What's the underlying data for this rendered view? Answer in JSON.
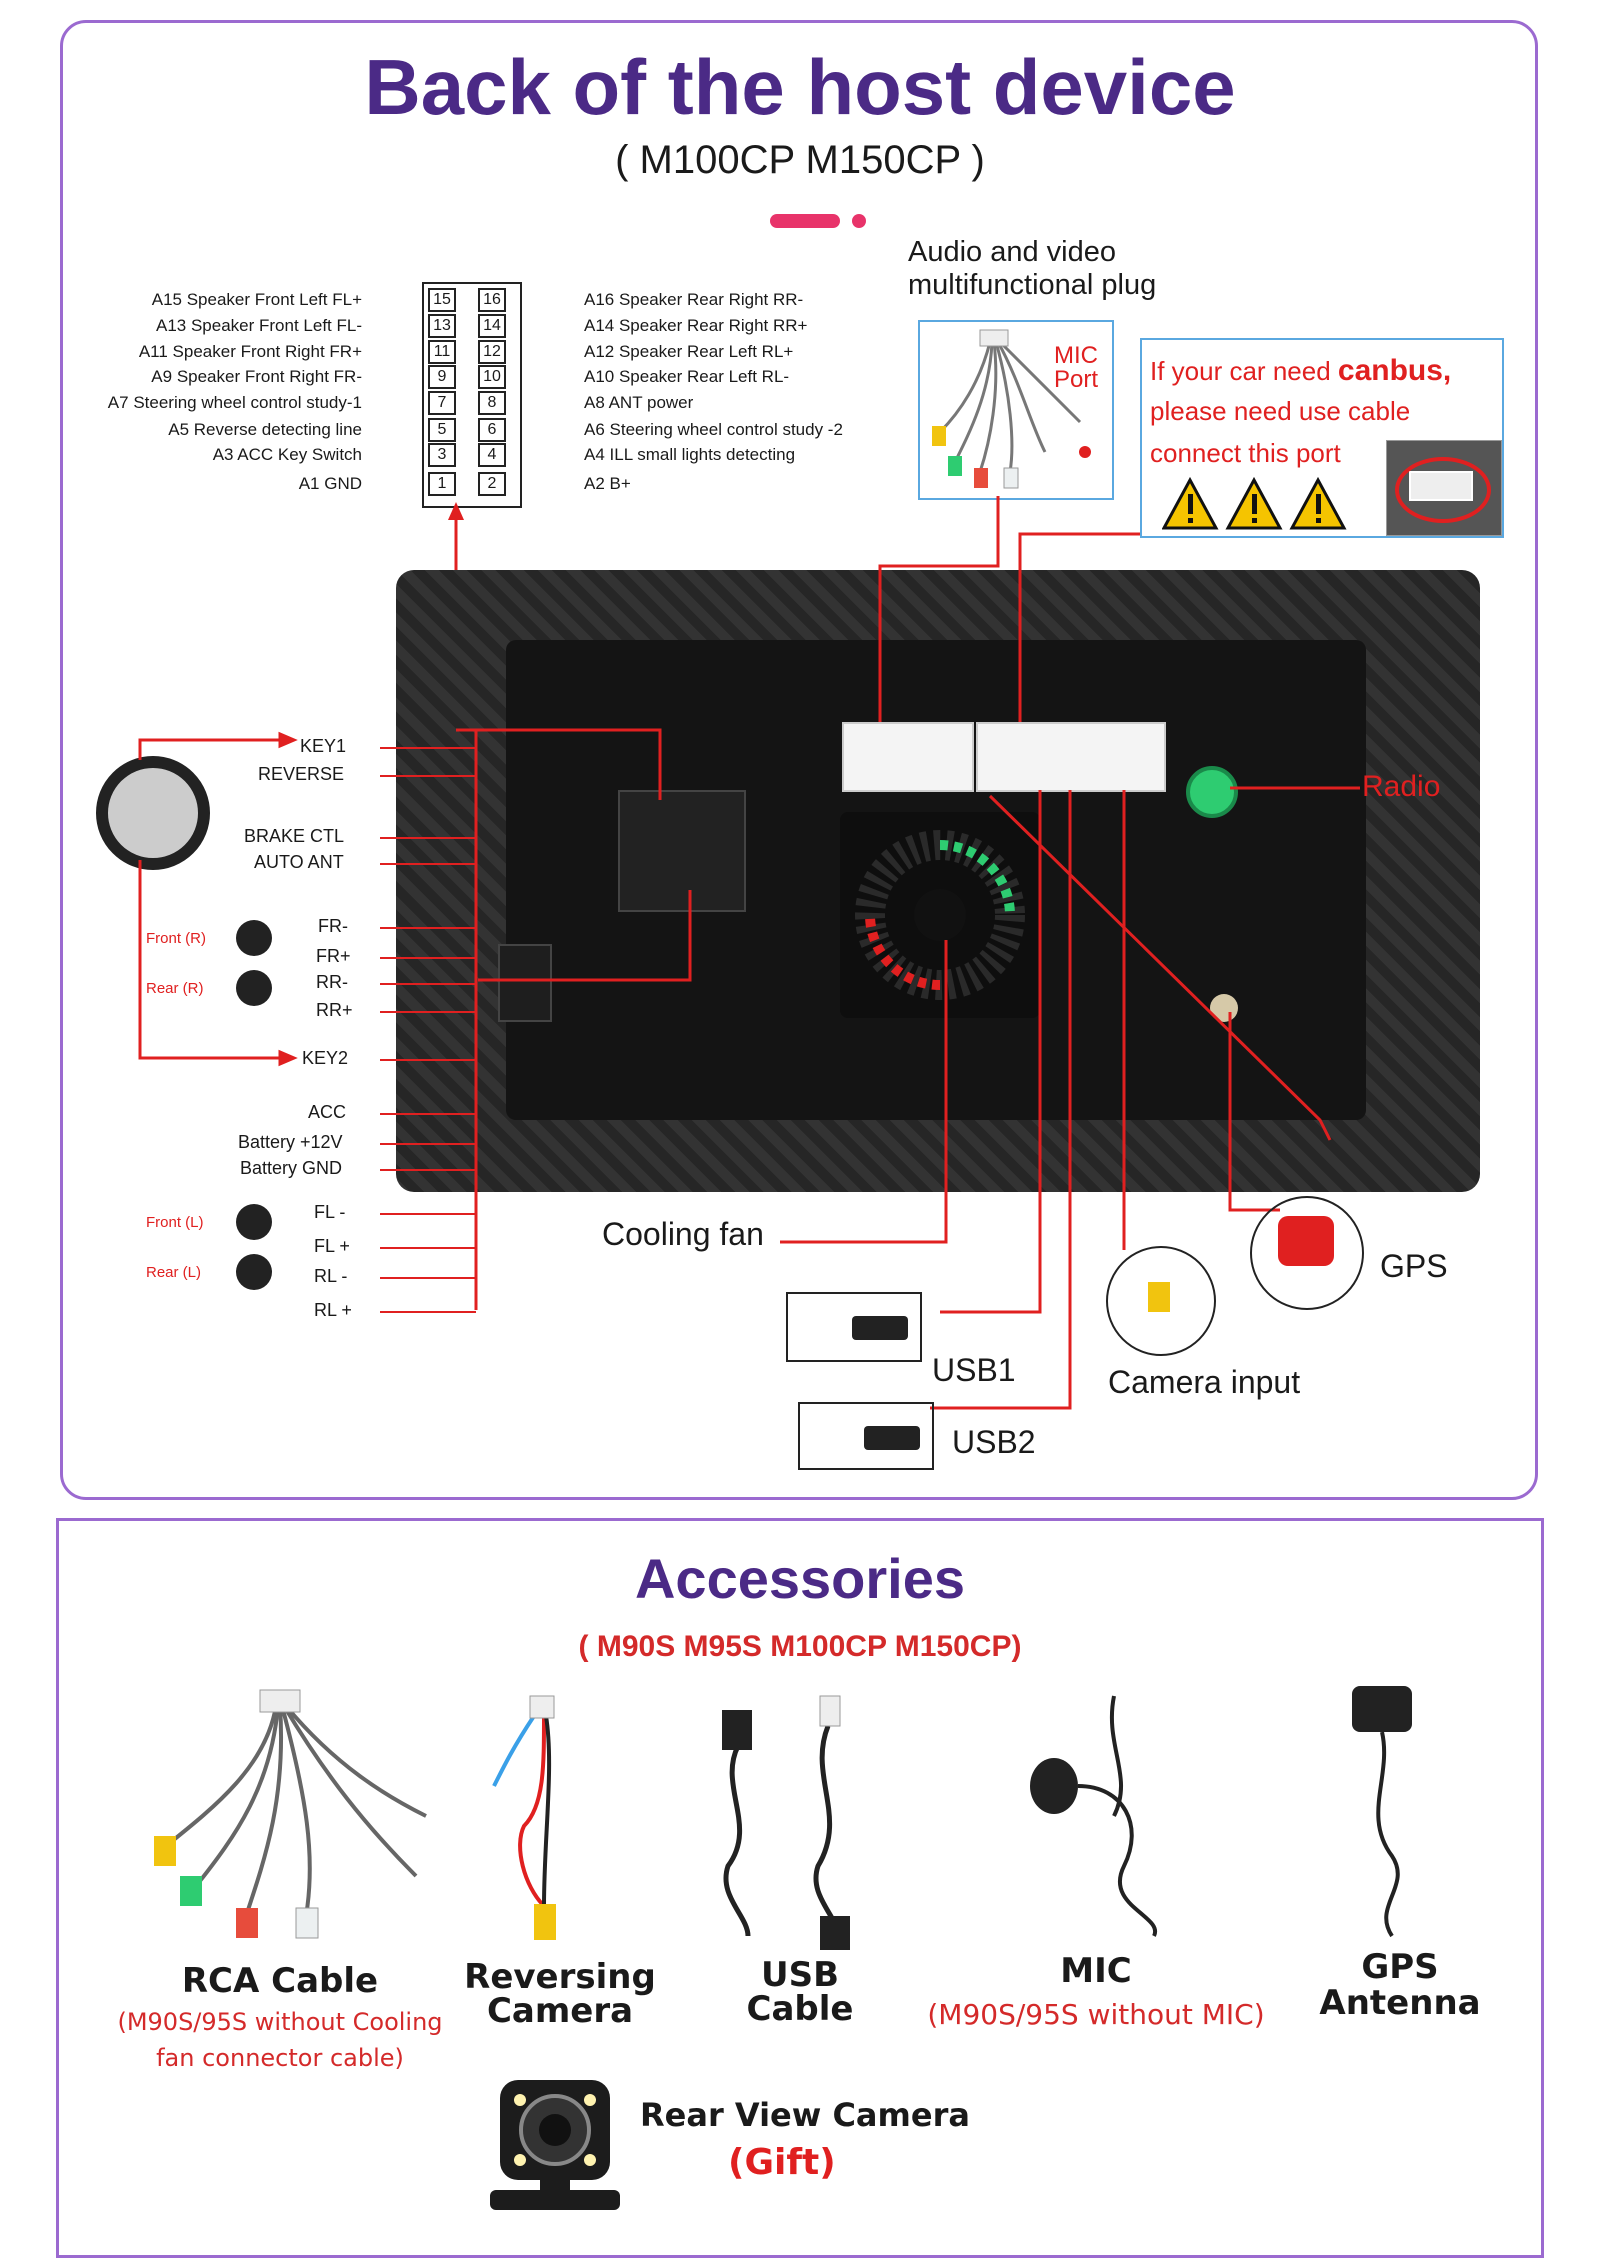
{
  "header": {
    "title": "Back of the host device",
    "subtitle": "( M100CP  M150CP )"
  },
  "harness": {
    "left_pins": [
      "A15  Speaker Front Left FL+",
      "A13  Speaker Front Left FL-",
      "A11  Speaker Front Right FR+",
      "A9   Speaker Front Right FR-",
      "A7   Steering wheel control study-1",
      "A5   Reverse detecting line",
      "A3 ACC Key Switch",
      "A1 GND"
    ],
    "right_pins": [
      "A16 Speaker Rear Right RR-",
      "A14 Speaker Rear Right RR+",
      "A12 Speaker Rear Left RL+",
      "A10 Speaker Rear Left RL-",
      "A8  ANT power",
      "A6  Steering wheel control study -2",
      "A4  ILL small lights detecting",
      "A2  B+"
    ],
    "left_numbers": [
      "15",
      "13",
      "11",
      "9",
      "7",
      "5",
      "3",
      "1"
    ],
    "right_numbers": [
      "16",
      "14",
      "12",
      "10",
      "8",
      "6",
      "4",
      "2"
    ]
  },
  "audio_plug": {
    "title_line1": "Audio and video",
    "title_line2": "multifunctional plug",
    "mic_port_line1": "MIC",
    "mic_port_line2": "Port"
  },
  "canbus": {
    "line1_prefix": "If your car need ",
    "line1_bold": "canbus,",
    "line2": "please need use cable",
    "line3": "connect this port"
  },
  "wiring_left": {
    "labels": [
      "KEY1",
      "REVERSE",
      "BRAKE CTL",
      "AUTO ANT",
      "FR-",
      "FR+",
      "RR-",
      "RR+",
      "KEY2",
      "ACC",
      "Battery +12V",
      "Battery GND",
      "FL -",
      "FL +",
      "RL -",
      "RL +"
    ],
    "front_r": "Front (R)",
    "rear_r": "Rear (R)",
    "front_l": "Front (L)",
    "rear_l": "Rear (L)"
  },
  "callouts": {
    "radio": "Radio",
    "cooling_fan": "Cooling fan",
    "gps": "GPS",
    "usb1": "USB1",
    "usb2": "USB2",
    "camera_input": "Camera input"
  },
  "accessories": {
    "title": "Accessories",
    "subtitle": "( M90S M95S M100CP M150CP)",
    "items": [
      {
        "label_line1": "RCA Cable",
        "label_line2": "",
        "note_line1": "(M90S/95S without Cooling",
        "note_line2": "fan connector cable)"
      },
      {
        "label_line1": "Reversing",
        "label_line2": "Camera",
        "note_line1": "",
        "note_line2": ""
      },
      {
        "label_line1": "USB",
        "label_line2": "Cable",
        "note_line1": "",
        "note_line2": ""
      },
      {
        "label_line1": "MIC",
        "label_line2": "",
        "note_line1": "(M90S/95S without MIC)",
        "note_line2": ""
      },
      {
        "label_line1": "GPS",
        "label_line2": "Antenna",
        "note_line1": "",
        "note_line2": ""
      }
    ],
    "gift_label": "Rear View Camera",
    "gift_note": "(Gift)"
  },
  "colors": {
    "title_purple": "#4b2a86",
    "frame_purple": "#9b6ad0",
    "accent_red": "#e02020",
    "accent_pink": "#e8336a"
  }
}
